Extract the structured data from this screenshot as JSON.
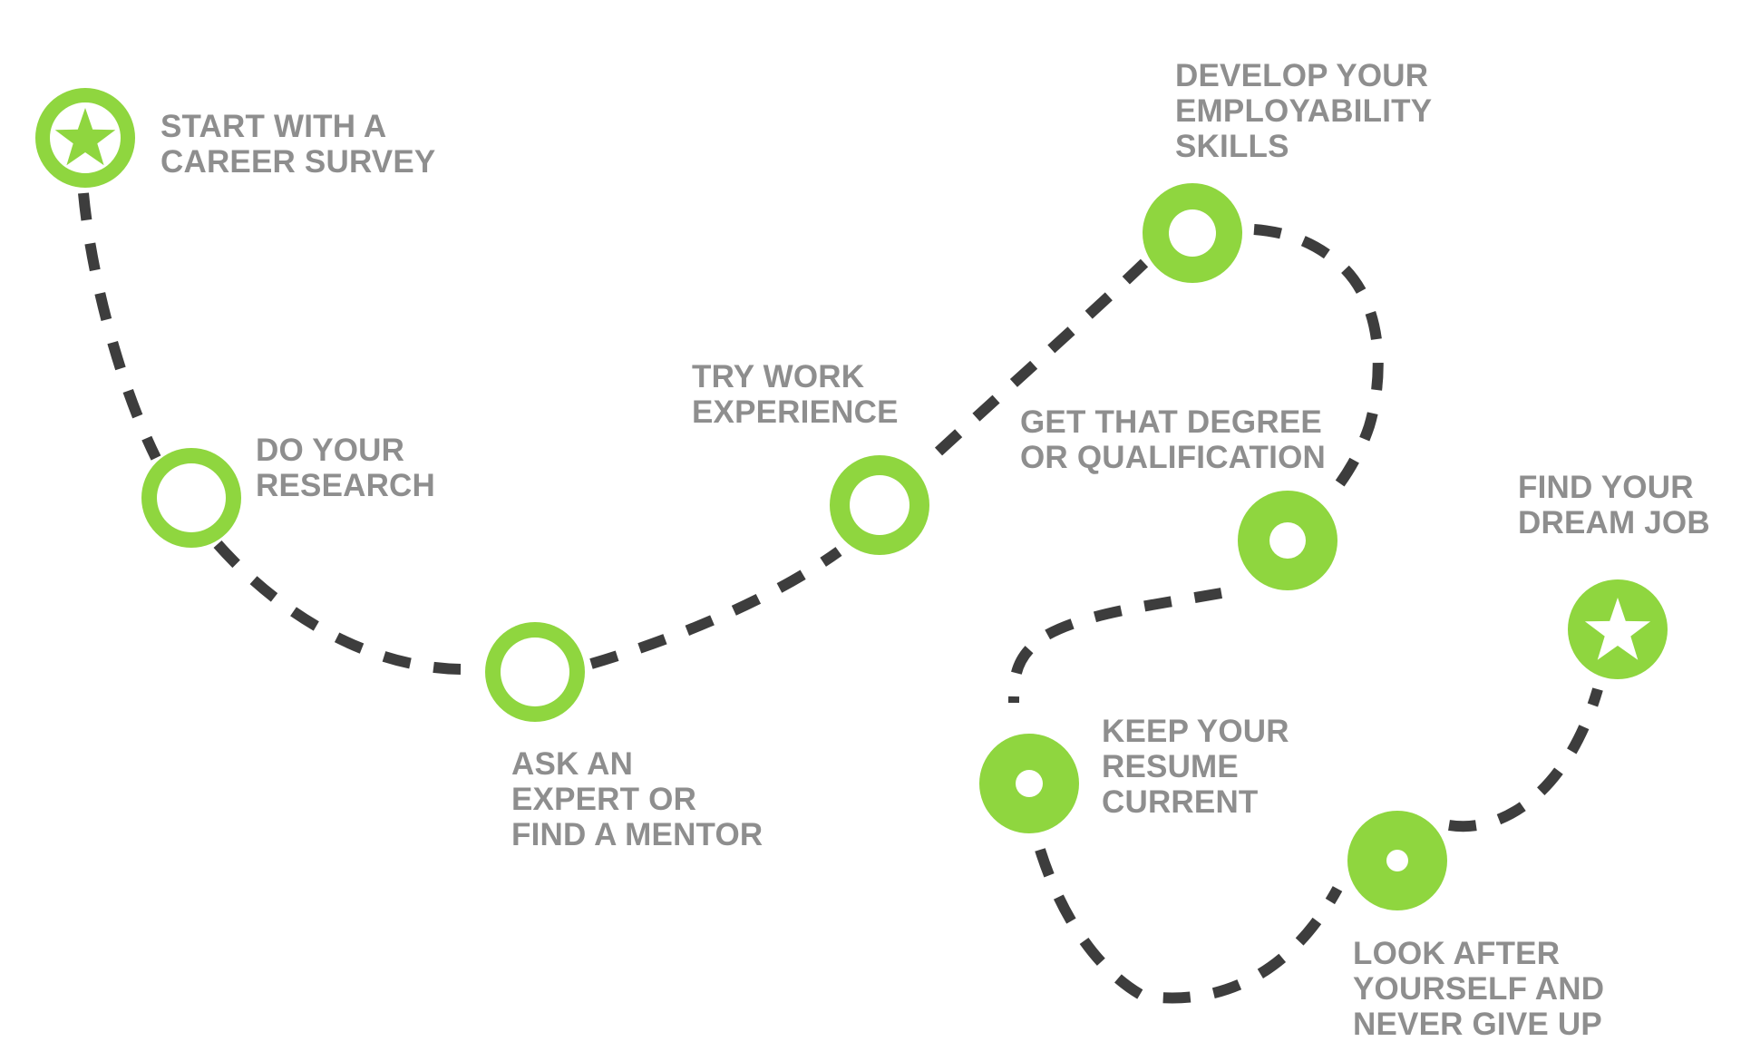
{
  "colors": {
    "accent": "#8fd63f",
    "path": "#3d3d3d",
    "text": "#8e8e8e",
    "background": "#ffffff"
  },
  "steps": [
    {
      "lines": [
        "START WITH A",
        "CAREER SURVEY"
      ],
      "marker": "star-filled-icon"
    },
    {
      "lines": [
        "DO YOUR",
        "RESEARCH"
      ],
      "marker": "ring-icon"
    },
    {
      "lines": [
        "ASK AN",
        "EXPERT OR",
        "FIND A MENTOR"
      ],
      "marker": "ring-icon"
    },
    {
      "lines": [
        "TRY WORK",
        "EXPERIENCE"
      ],
      "marker": "ring-icon"
    },
    {
      "lines": [
        "DEVELOP YOUR",
        "EMPLOYABILITY",
        "SKILLS"
      ],
      "marker": "ring-icon"
    },
    {
      "lines": [
        "GET THAT DEGREE",
        "OR QUALIFICATION"
      ],
      "marker": "ring-icon"
    },
    {
      "lines": [
        "KEEP YOUR",
        "RESUME",
        "CURRENT"
      ],
      "marker": "ring-icon"
    },
    {
      "lines": [
        "LOOK AFTER",
        "YOURSELF AND",
        "NEVER GIVE UP"
      ],
      "marker": "ring-icon"
    },
    {
      "lines": [
        "FIND YOUR",
        "DREAM JOB"
      ],
      "marker": "star-solid-icon"
    }
  ]
}
